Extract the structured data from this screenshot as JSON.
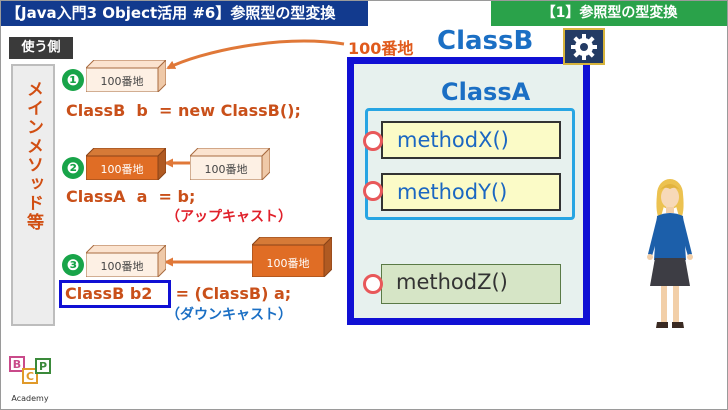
{
  "header": {
    "title": "【Java入門3 Object活用 #6】参照型の型変換",
    "section": "【1】参照型の型変換"
  },
  "caller": {
    "label": "使う側",
    "body": "メインメソッド等"
  },
  "steps": [
    {
      "number": "❶",
      "code": "ClassB  b  = new ClassB();"
    },
    {
      "number": "❷",
      "code": "ClassA  a  = b;",
      "note": "（アップキャスト）"
    },
    {
      "number": "❸",
      "code_var": "ClassB b2",
      "code_rest": " = (ClassB) a;",
      "note": "（ダウンキャスト）"
    }
  ],
  "address_boxes": {
    "label": "100番地"
  },
  "memory": {
    "address_label": "100番地",
    "classB_name": "ClassB",
    "classA_name": "ClassA",
    "methods": [
      "methodX()",
      "methodY()",
      "methodZ()"
    ]
  },
  "logo": {
    "text": "Academy",
    "letters": [
      "B",
      "C",
      "P"
    ]
  },
  "colors": {
    "title_bg": "#123a8e",
    "section_bg": "#2aa24a",
    "code_text": "#c9501a",
    "upcast_note": "#e0202a",
    "downcast_note": "#1b6fc4",
    "classB_border": "#1010d4",
    "classA_border": "#27a5e3",
    "arrow": "#e07838"
  }
}
